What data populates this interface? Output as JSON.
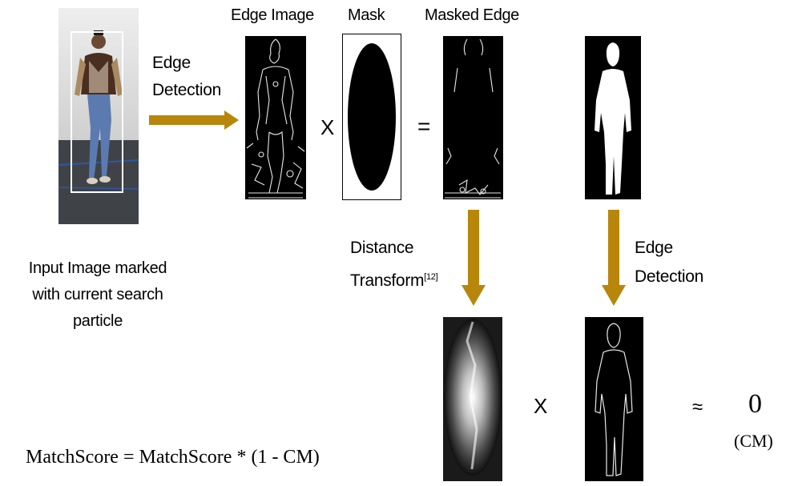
{
  "input_caption": [
    "Input Image marked",
    "with current search",
    "particle"
  ],
  "headers": {
    "edge_image": "Edge Image",
    "mask": "Mask",
    "masked_edge": "Masked Edge"
  },
  "arrows": {
    "edge_detection_top": [
      "Edge",
      "Detection"
    ],
    "distance_transform": [
      "Distance",
      "Transform"
    ],
    "distance_transform_ref": "[12]",
    "edge_detection_right": [
      "Edge",
      "Detection"
    ]
  },
  "operators": {
    "times_top": "X",
    "equals": "=",
    "times_bottom": "X",
    "approx": "≈"
  },
  "result": {
    "value": "0",
    "label": "(CM)"
  },
  "formula": "MatchScore = MatchScore * (1 - CM)",
  "colors": {
    "arrow": "#B8860B",
    "panel": "#000000",
    "edge": "#e8e8e8"
  }
}
